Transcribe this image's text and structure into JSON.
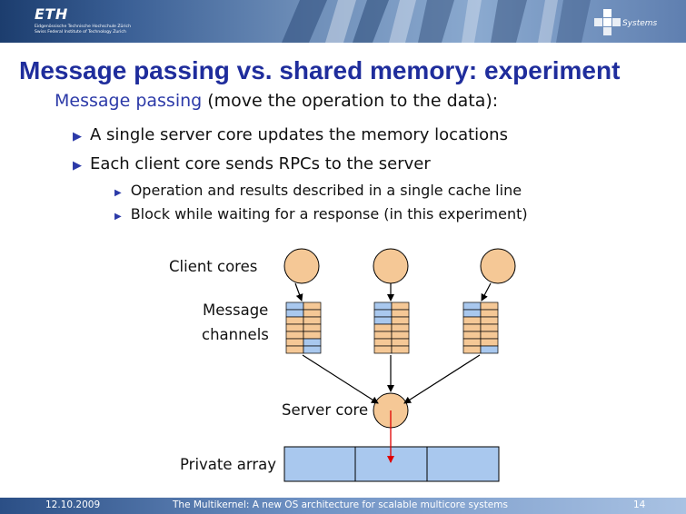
{
  "header": {
    "logo_text": "ETH",
    "institution_lines": [
      "Eidgenössische Technische Hochschule Zürich",
      "Swiss Federal Institute of Technology Zurich"
    ],
    "group_logo_text": "Systems"
  },
  "slide": {
    "title": "Message passing vs. shared memory: experiment",
    "intro_highlight": "Message passing",
    "intro_rest": " (move the operation to the data):",
    "bullets": [
      "A single server core updates the memory locations",
      "Each client core sends RPCs to the server"
    ],
    "subbullets": [
      "Operation and results described in a single cache line",
      "Block while waiting for a response (in this experiment)"
    ]
  },
  "diagram": {
    "client_label": "Client cores",
    "channel_label_1": "Message",
    "channel_label_2": "channels",
    "server_label": "Server core",
    "array_label": "Private array",
    "colors": {
      "core_fill": "#f5c896",
      "channel_blue": "#a9c8ee",
      "channel_orange": "#f5c896",
      "array_fill": "#a9c8ee",
      "arrow_red": "#e00000"
    },
    "channels": [
      {
        "left": [
          "blue",
          "blue",
          "orange",
          "orange",
          "orange",
          "orange",
          "orange"
        ],
        "right": [
          "orange",
          "orange",
          "orange",
          "orange",
          "orange",
          "blue",
          "blue"
        ]
      },
      {
        "left": [
          "blue",
          "blue",
          "blue",
          "orange",
          "orange",
          "orange",
          "orange"
        ],
        "right": [
          "orange",
          "orange",
          "orange",
          "orange",
          "orange",
          "orange",
          "orange"
        ]
      },
      {
        "left": [
          "blue",
          "blue",
          "orange",
          "orange",
          "orange",
          "orange",
          "orange"
        ],
        "right": [
          "orange",
          "orange",
          "orange",
          "orange",
          "orange",
          "orange",
          "blue"
        ]
      }
    ]
  },
  "footer": {
    "date": "12.10.2009",
    "title": "The Multikernel: A new OS architecture for scalable multicore systems",
    "page": "14"
  }
}
